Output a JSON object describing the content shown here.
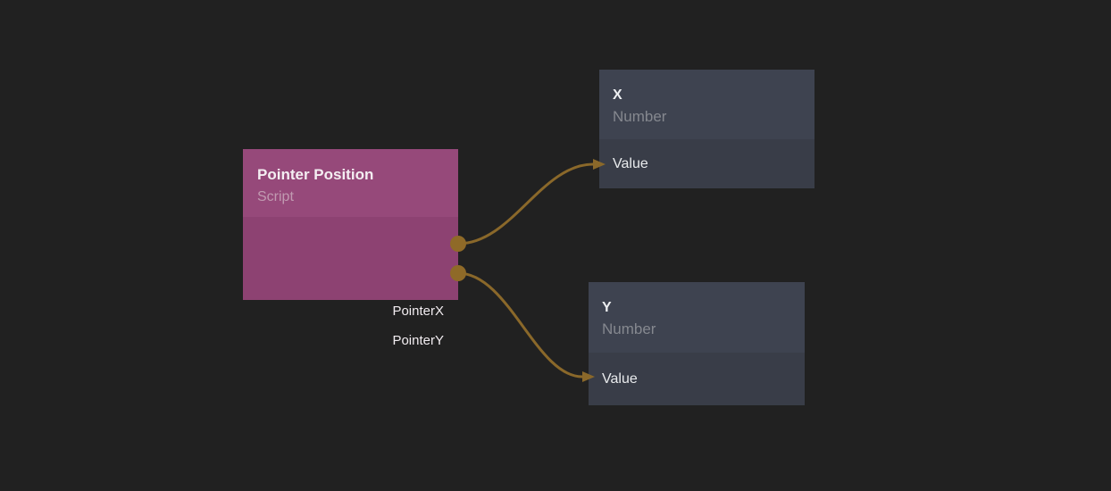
{
  "canvas": {
    "background_color": "#212121",
    "wire_color": "#8a682a",
    "port_color": "#8f6a28"
  },
  "nodes": [
    {
      "id": "pointer-position",
      "title": "Pointer Position",
      "subtitle": "Script",
      "header_color": "#96497a",
      "body_color": "#8d4272",
      "outputs": [
        {
          "label": "PointerX"
        },
        {
          "label": "PointerY"
        }
      ]
    },
    {
      "id": "x",
      "title": "X",
      "subtitle": "Number",
      "header_color": "#3e4350",
      "body_color": "#393d48",
      "inputs": [
        {
          "label": "Value"
        }
      ]
    },
    {
      "id": "y",
      "title": "Y",
      "subtitle": "Number",
      "header_color": "#3e4350",
      "body_color": "#393d48",
      "inputs": [
        {
          "label": "Value"
        }
      ]
    }
  ],
  "connections": [
    {
      "from": "pointer-position.PointerX",
      "to": "x.Value"
    },
    {
      "from": "pointer-position.PointerY",
      "to": "y.Value"
    }
  ]
}
